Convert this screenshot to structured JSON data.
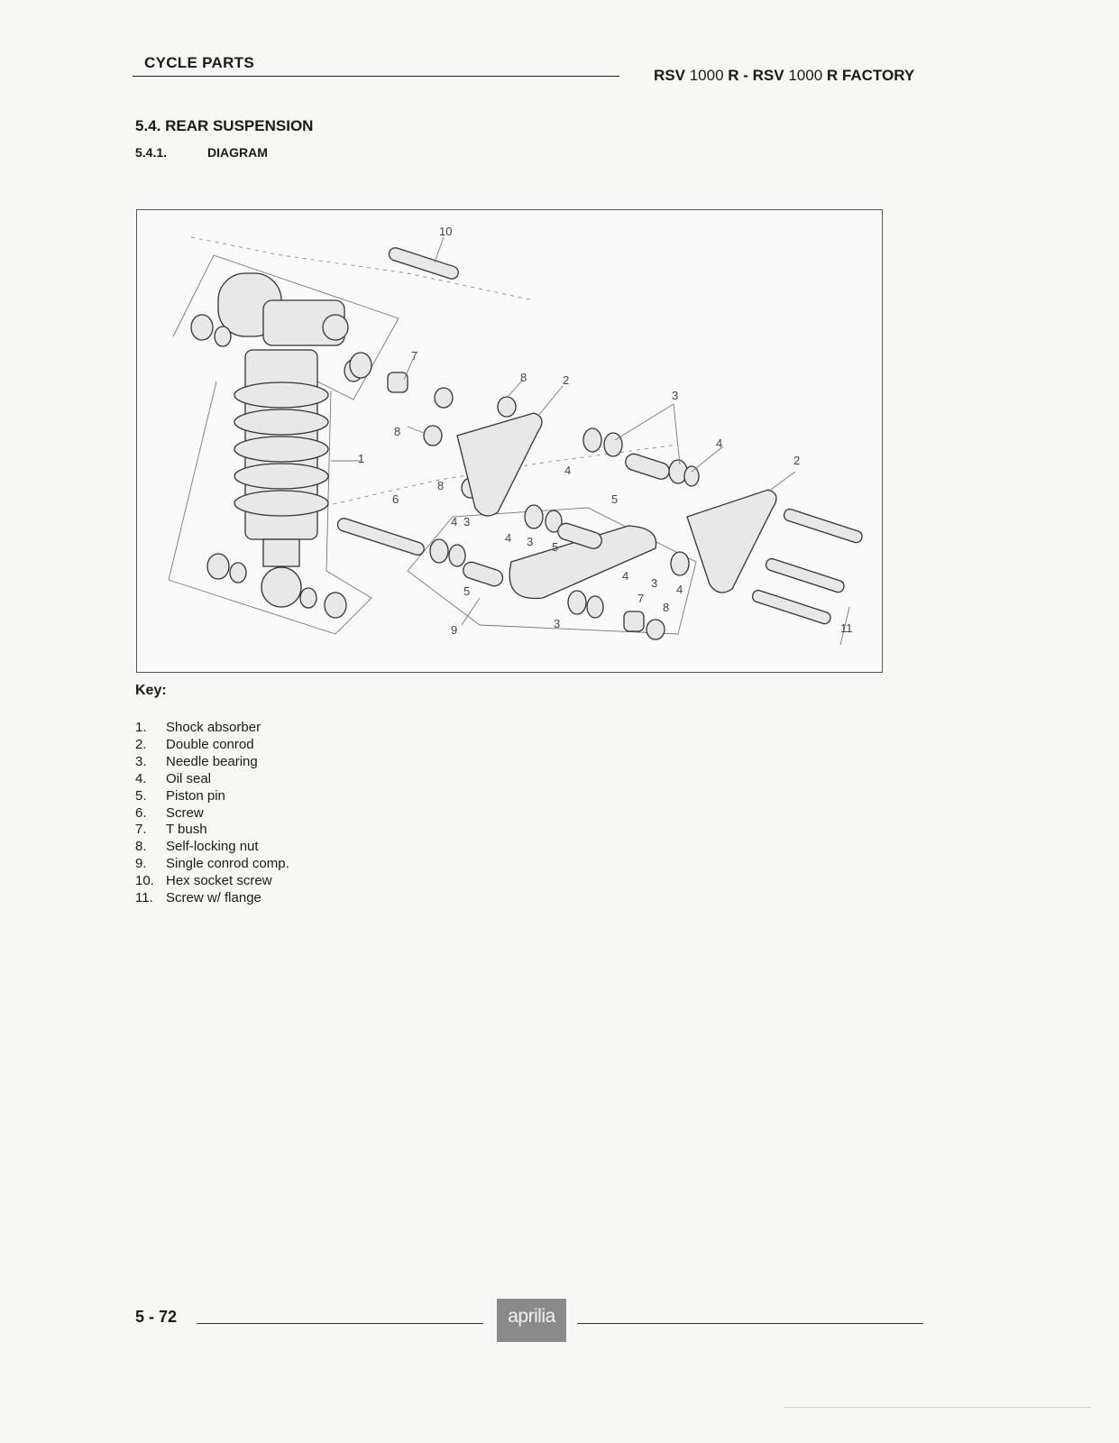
{
  "header": {
    "section_name": "CYCLE PARTS",
    "model_part1": "RSV",
    "model_part2": "1000",
    "model_part3": "R - RSV",
    "model_part4": "1000",
    "model_part5": "R FACTORY"
  },
  "section": {
    "title": "5.4. REAR SUSPENSION",
    "sub_number": "5.4.1.",
    "sub_title": "DIAGRAM"
  },
  "diagram": {
    "callouts": [
      "10",
      "7",
      "8",
      "2",
      "3",
      "8",
      "1",
      "4",
      "4",
      "5",
      "8",
      "6",
      "2",
      "4",
      "3",
      "4",
      "3",
      "5",
      "5",
      "4",
      "3",
      "4",
      "7",
      "8",
      "9",
      "3",
      "11"
    ]
  },
  "key": {
    "label": "Key:",
    "items": [
      {
        "num": "1.",
        "text": "Shock absorber"
      },
      {
        "num": "2.",
        "text": "Double conrod"
      },
      {
        "num": "3.",
        "text": "Needle bearing"
      },
      {
        "num": "4.",
        "text": "Oil seal"
      },
      {
        "num": "5.",
        "text": "Piston pin"
      },
      {
        "num": "6.",
        "text": "Screw"
      },
      {
        "num": "7.",
        "text": "T bush"
      },
      {
        "num": "8.",
        "text": "Self-locking nut"
      },
      {
        "num": "9.",
        "text": "Single conrod comp."
      },
      {
        "num": "10.",
        "text": "Hex socket screw"
      },
      {
        "num": "11.",
        "text": "Screw w/ flange"
      }
    ]
  },
  "footer": {
    "page_number": "5 - 72",
    "brand": "aprilia"
  }
}
